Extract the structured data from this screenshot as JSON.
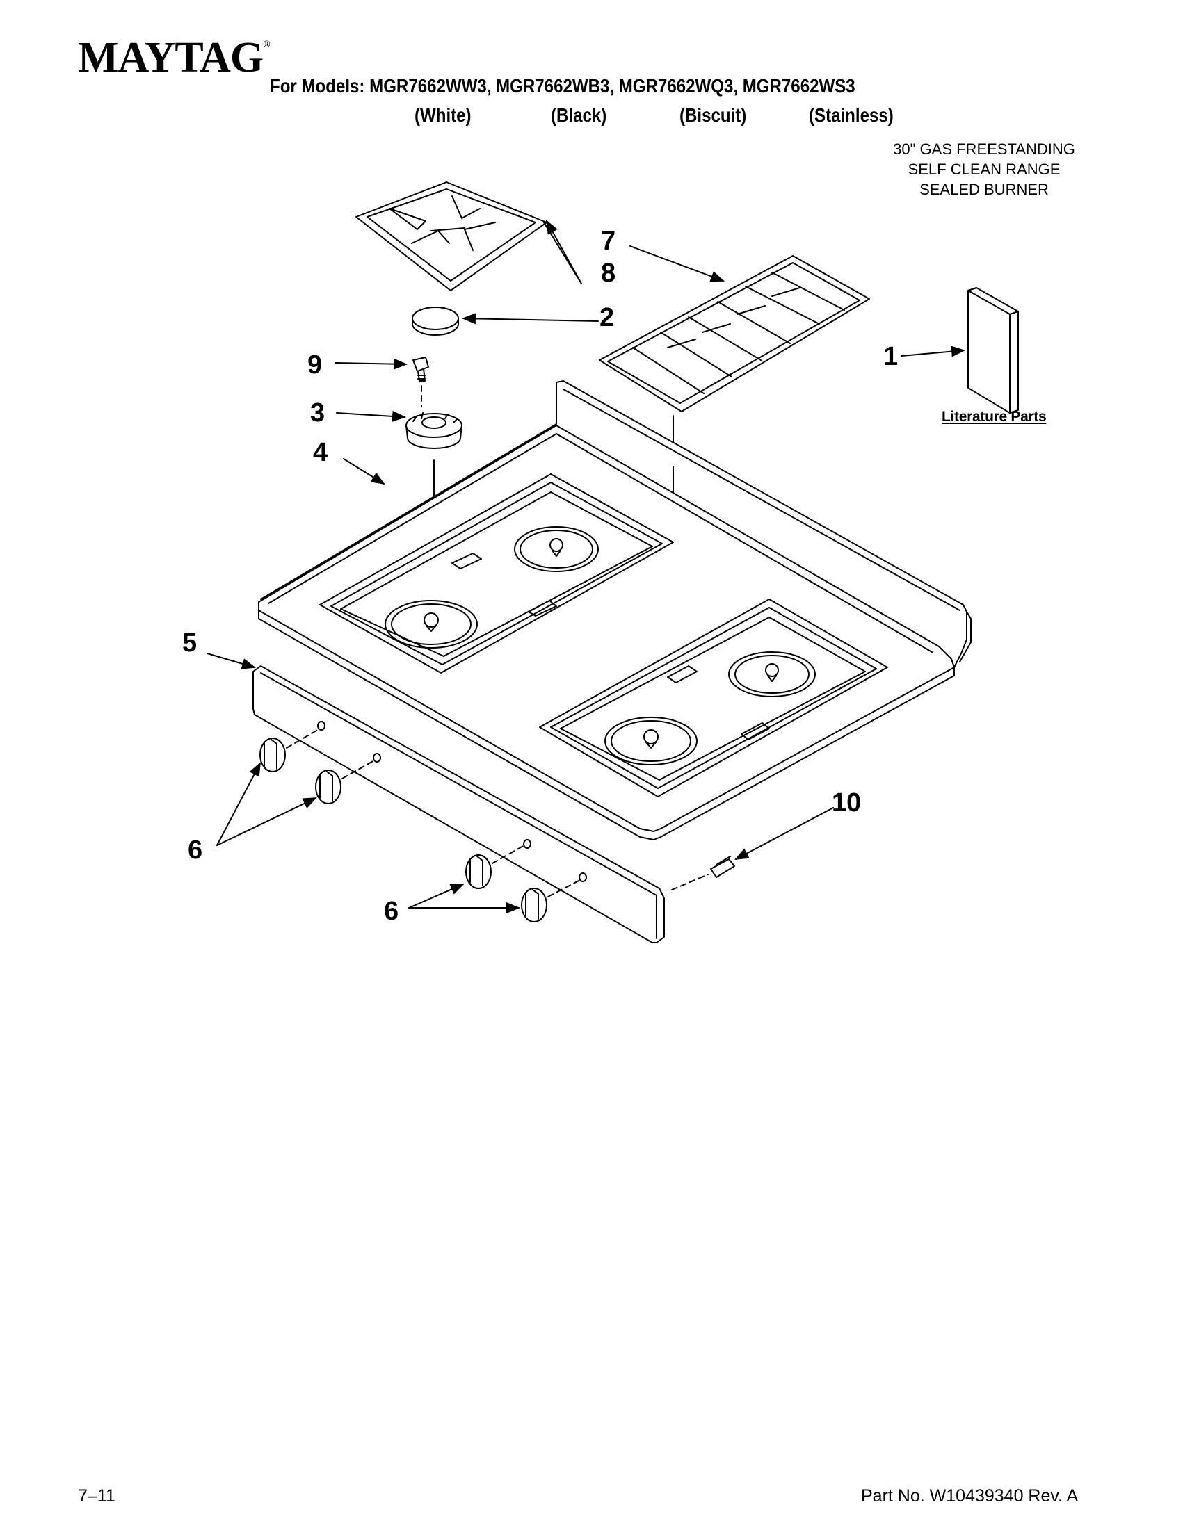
{
  "header": {
    "brand": "MAYTAG",
    "brand_mark": "®",
    "models_line": "For Models: MGR7662WW3, MGR7662WB3, MGR7662WQ3, MGR7662WS3",
    "colors": [
      "(White)",
      "(Black)",
      "(Biscuit)",
      "(Stainless)"
    ]
  },
  "description": [
    "30\" GAS FREESTANDING",
    "SELF CLEAN RANGE",
    "SEALED BURNER"
  ],
  "literature_label": "Literature Parts",
  "callouts": {
    "c1": "1",
    "c2": "2",
    "c3": "3",
    "c4": "4",
    "c5": "5",
    "c6a": "6",
    "c6b": "6",
    "c7": "7",
    "c8": "8",
    "c9": "9",
    "c10": "10"
  },
  "footer": {
    "page": "7–11",
    "part_no": "Part No. W10439340 Rev. A"
  }
}
